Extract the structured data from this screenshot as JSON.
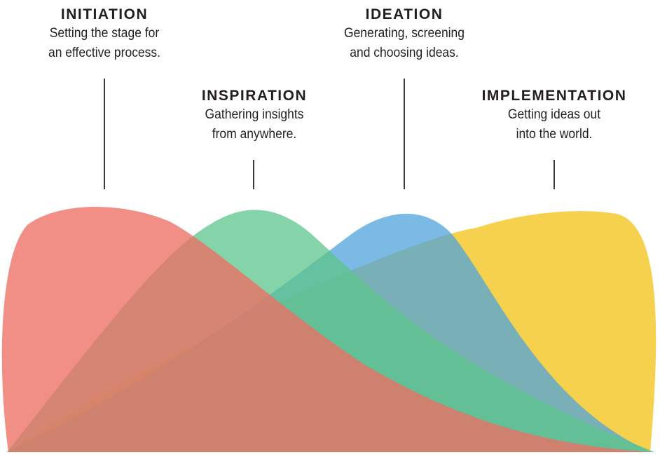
{
  "phases": [
    {
      "title": "INITIATION",
      "desc_line1": "Setting the stage for",
      "desc_line2": "an effective process.",
      "color": "#ed6f64"
    },
    {
      "title": "INSPIRATION",
      "desc_line1": "Gathering insights",
      "desc_line2": "from anywhere.",
      "color": "#5cc48b"
    },
    {
      "title": "IDEATION",
      "desc_line1": "Generating, screening",
      "desc_line2": "and choosing ideas.",
      "color": "#4fa3db"
    },
    {
      "title": "IMPLEMENTATION",
      "desc_line1": "Getting ideas out",
      "desc_line2": "into the world.",
      "color": "#f4cc3a"
    }
  ]
}
